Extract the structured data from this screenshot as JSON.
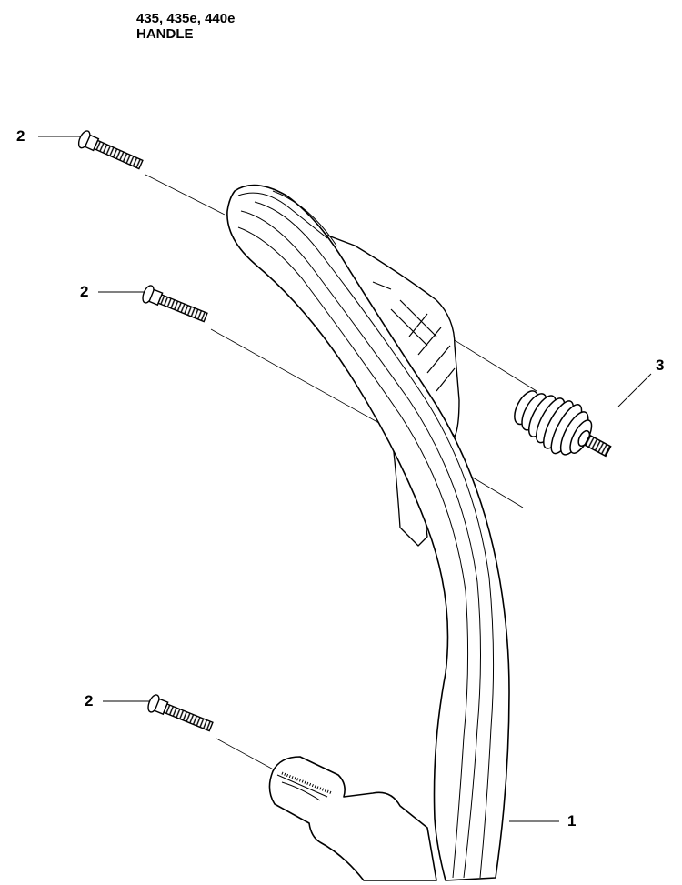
{
  "header": {
    "models": "435, 435e, 440e",
    "section": "HANDLE"
  },
  "callouts": {
    "screw_top": "2",
    "screw_middle": "2",
    "screw_bottom": "2",
    "damper": "3",
    "handle": "1"
  },
  "parts": [
    {
      "number": "1",
      "name": "handle-icon"
    },
    {
      "number": "2",
      "name": "screw-icon",
      "count": 3
    },
    {
      "number": "3",
      "name": "vibration-damper-spring-icon"
    }
  ]
}
